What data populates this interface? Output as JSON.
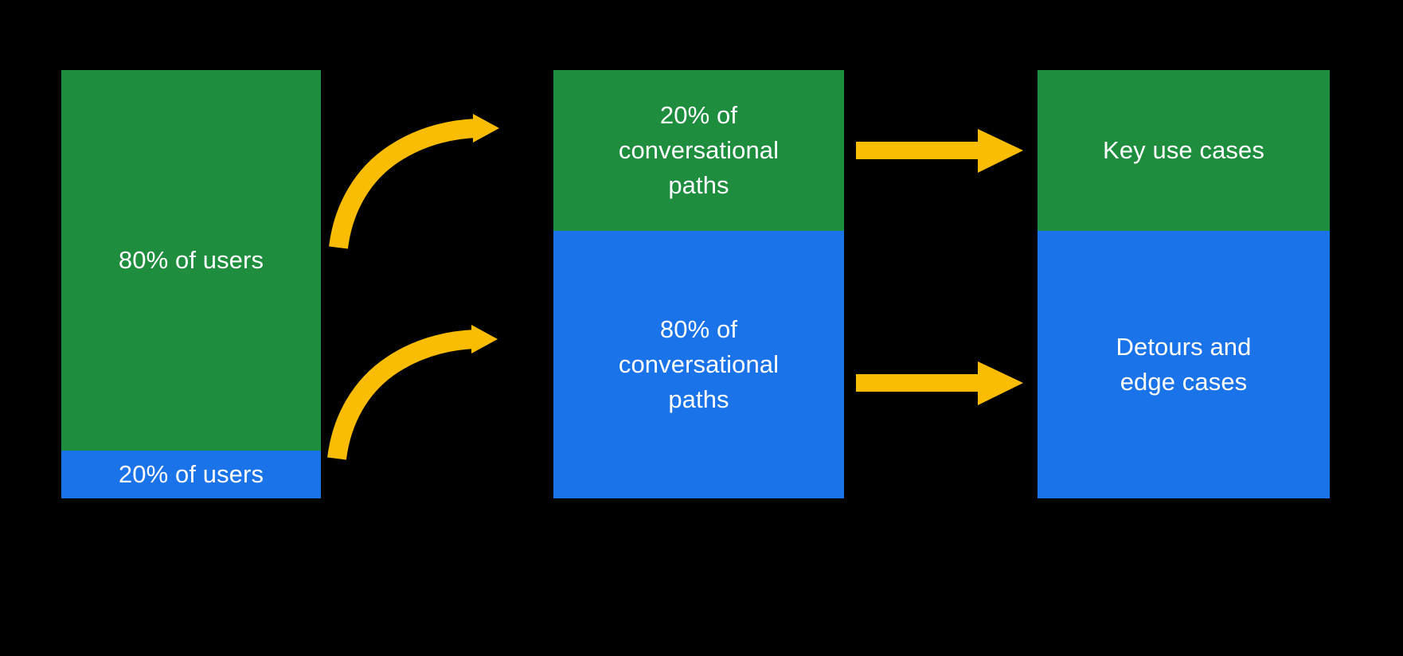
{
  "diagram": {
    "title": "80/20 conversational design flow",
    "background_color": "#000000",
    "colors": {
      "green": "#1E8E3E",
      "blue": "#1A73E8",
      "arrow_amber": "#FBBC04",
      "text": "#FFFFFF"
    }
  },
  "columns": [
    {
      "name": "users",
      "segments": [
        {
          "label": "80% of users",
          "color": "#1E8E3E",
          "share": 80
        },
        {
          "label": "20% of users",
          "color": "#1A73E8",
          "share": 20
        }
      ]
    },
    {
      "name": "conversational-paths",
      "segments": [
        {
          "label": "20% of\nconversational\npaths",
          "color": "#1E8E3E",
          "share": 20
        },
        {
          "label": "80% of\nconversational\npaths",
          "color": "#1A73E8",
          "share": 80
        }
      ]
    },
    {
      "name": "outcomes",
      "segments": [
        {
          "label": "Key use cases",
          "color": "#1E8E3E",
          "share": 20
        },
        {
          "label": "Detours and\nedge cases",
          "color": "#1A73E8",
          "share": 80
        }
      ]
    }
  ],
  "arrows": [
    {
      "name": "curved-arrow-users-to-top-paths",
      "style": "curved",
      "color": "#FBBC04"
    },
    {
      "name": "curved-arrow-users-to-bottom-paths",
      "style": "curved",
      "color": "#FBBC04"
    },
    {
      "name": "straight-arrow-top-paths-to-key-use-cases",
      "style": "straight",
      "color": "#FBBC04"
    },
    {
      "name": "straight-arrow-bottom-paths-to-detours",
      "style": "straight",
      "color": "#FBBC04"
    }
  ]
}
